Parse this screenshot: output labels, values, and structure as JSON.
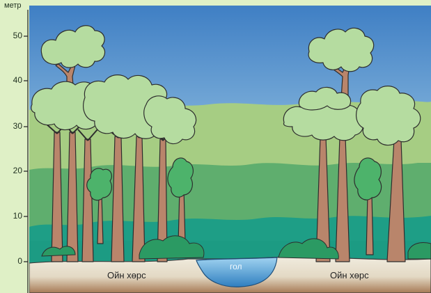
{
  "axis": {
    "unit": "метр",
    "ticks": [
      "50",
      "40",
      "30",
      "20",
      "10",
      "0"
    ]
  },
  "labels": {
    "left_bank": "Ойн хөрс",
    "river": "гол",
    "right_bank": "Ойн хөрс"
  },
  "colors": {
    "page_bg": "#dff0c6",
    "sky_top": "#3f7fc4",
    "sky_bottom": "#cfe6d6",
    "band_light": "#a6cd83",
    "band_mid": "#5fae6e",
    "band_dark": "#1e9e86",
    "soil": "#e9e3d3",
    "river": "#4b9fd6",
    "trunk": "#b9856b",
    "canopy": "#b5dca0",
    "outline": "#2d2d2d"
  }
}
